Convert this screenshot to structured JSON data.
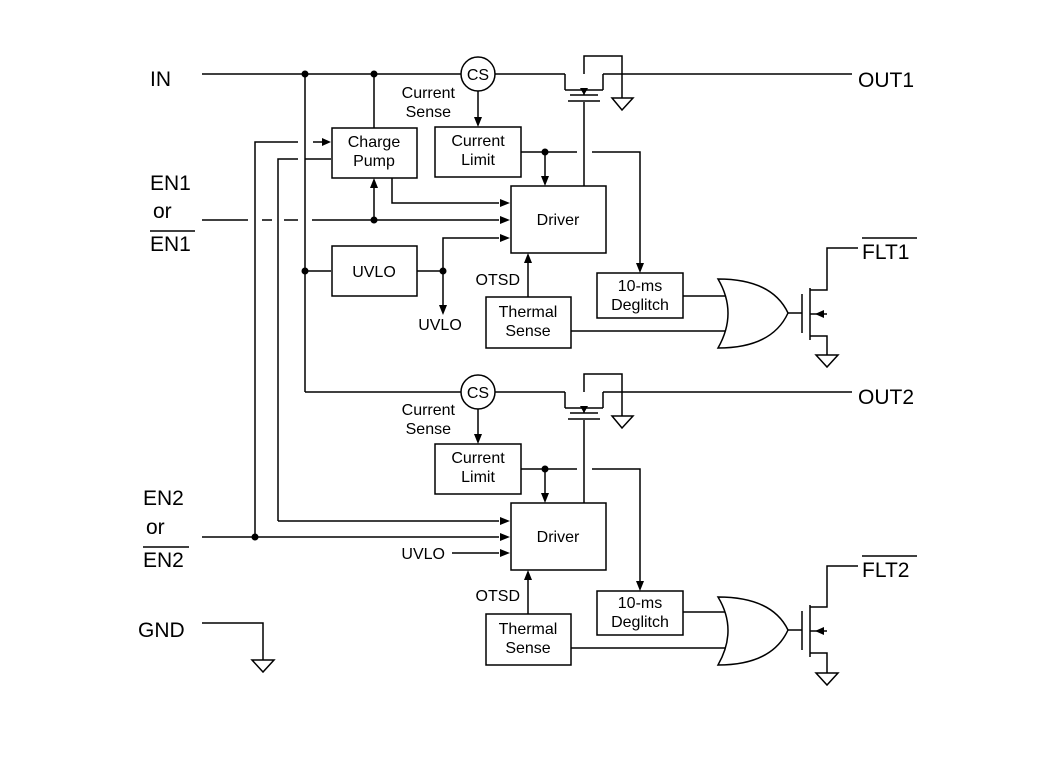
{
  "pins": {
    "in": "IN",
    "out1": "OUT1",
    "out2": "OUT2",
    "en1": "EN1",
    "en1_or": "or",
    "en1_bar": "EN1",
    "en2": "EN2",
    "en2_or": "or",
    "en2_bar": "EN2",
    "flt1": "FLT1",
    "flt2": "FLT2",
    "gnd": "GND"
  },
  "blocks": {
    "charge_pump": [
      "Charge",
      "Pump"
    ],
    "current_limit_1": [
      "Current",
      "Limit"
    ],
    "driver_1": "Driver",
    "uvlo_block": "UVLO",
    "deglitch_1": [
      "10-ms",
      "Deglitch"
    ],
    "thermal_sense_1": [
      "Thermal",
      "Sense"
    ],
    "current_limit_2": [
      "Current",
      "Limit"
    ],
    "driver_2": "Driver",
    "deglitch_2": [
      "10-ms",
      "Deglitch"
    ],
    "thermal_sense_2": [
      "Thermal",
      "Sense"
    ]
  },
  "labels": {
    "cs_1": "CS",
    "cs_2": "CS",
    "current_sense_1": [
      "Current",
      "Sense"
    ],
    "current_sense_2": [
      "Current",
      "Sense"
    ],
    "uvlo_out": "UVLO",
    "uvlo_in_2": "UVLO",
    "otsd_1": "OTSD",
    "otsd_2": "OTSD"
  }
}
